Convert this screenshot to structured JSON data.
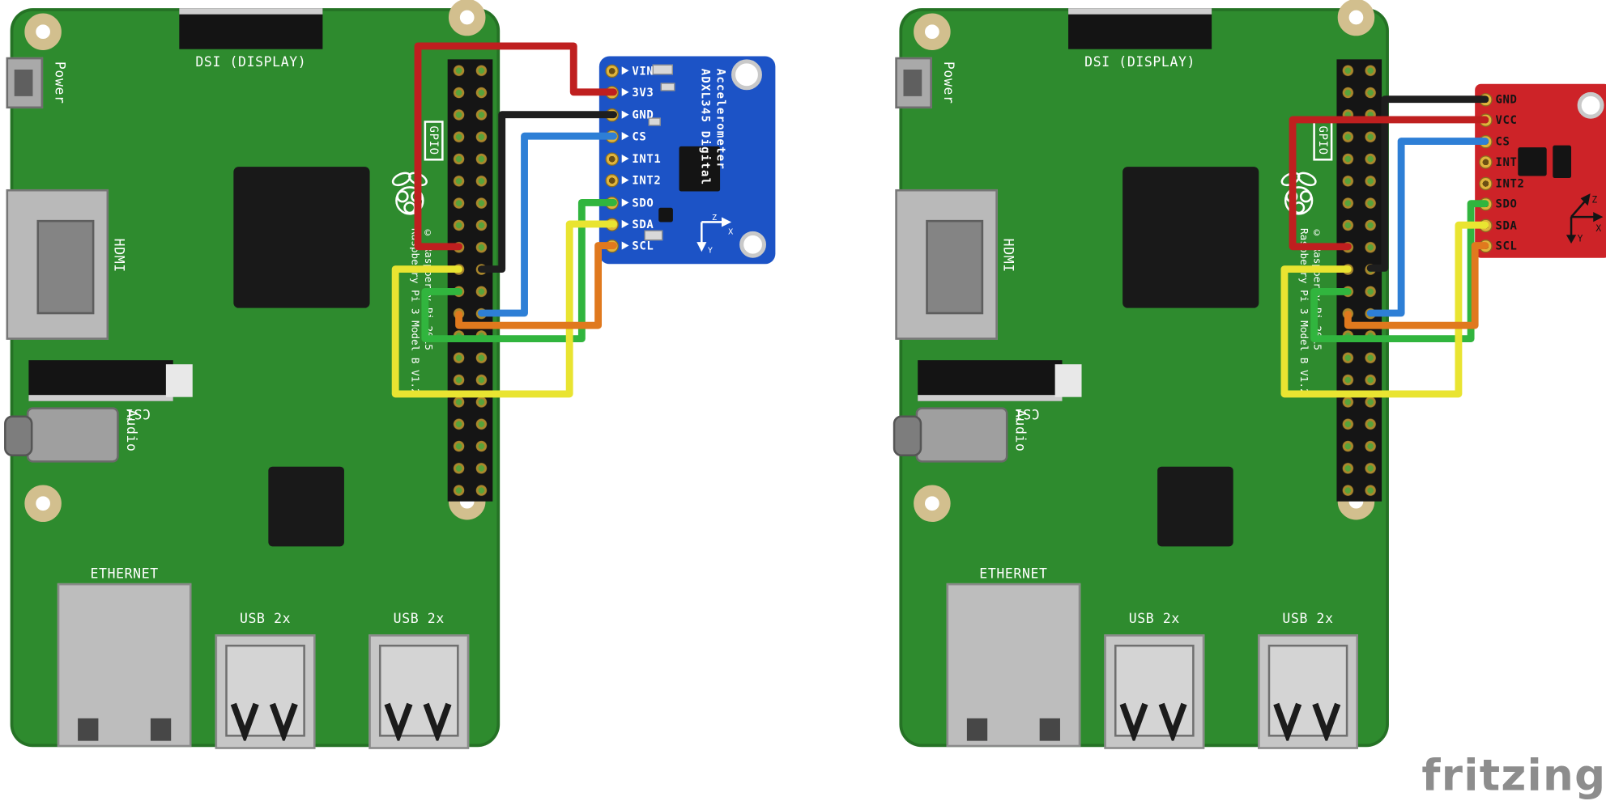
{
  "watermark": "fritzing",
  "axis": {
    "x": "X",
    "y": "Y",
    "z": "Z"
  },
  "colors": {
    "board_green": "#2E8B2E",
    "adafruit_blue": "#1C53C6",
    "sparkfun_red": "#CD2328",
    "wire_red": "#BF1F1F",
    "wire_black": "#1E1E1E",
    "wire_blue": "#2E7FD6",
    "wire_green": "#31B53E",
    "wire_yellow": "#E9E431",
    "wire_orange": "#E0791E"
  },
  "pi_labels": {
    "power": "Power",
    "dsi": "DSI (DISPLAY)",
    "hdmi": "HDMI",
    "csi": "CSI (CAMERA)",
    "audio": "Audio",
    "ethernet": "ETHERNET",
    "usb": "USB 2x",
    "gpio": "GPIO",
    "board_name": "Raspberry Pi 3 Model B V1.2",
    "copyright": "© Raspberry Pi 2015"
  },
  "adafruit_breakout": {
    "title_line1": "ADXL345 Digital",
    "title_line2": "Accelerometer",
    "pins": [
      "VIN",
      "3V3",
      "GND",
      "CS",
      "INT1",
      "INT2",
      "SDO",
      "SDA",
      "SCL"
    ]
  },
  "sparkfun_breakout": {
    "pins": [
      "GND",
      "VCC",
      "CS",
      "INT1",
      "INT2",
      "SDO",
      "SDA",
      "SCL"
    ]
  }
}
